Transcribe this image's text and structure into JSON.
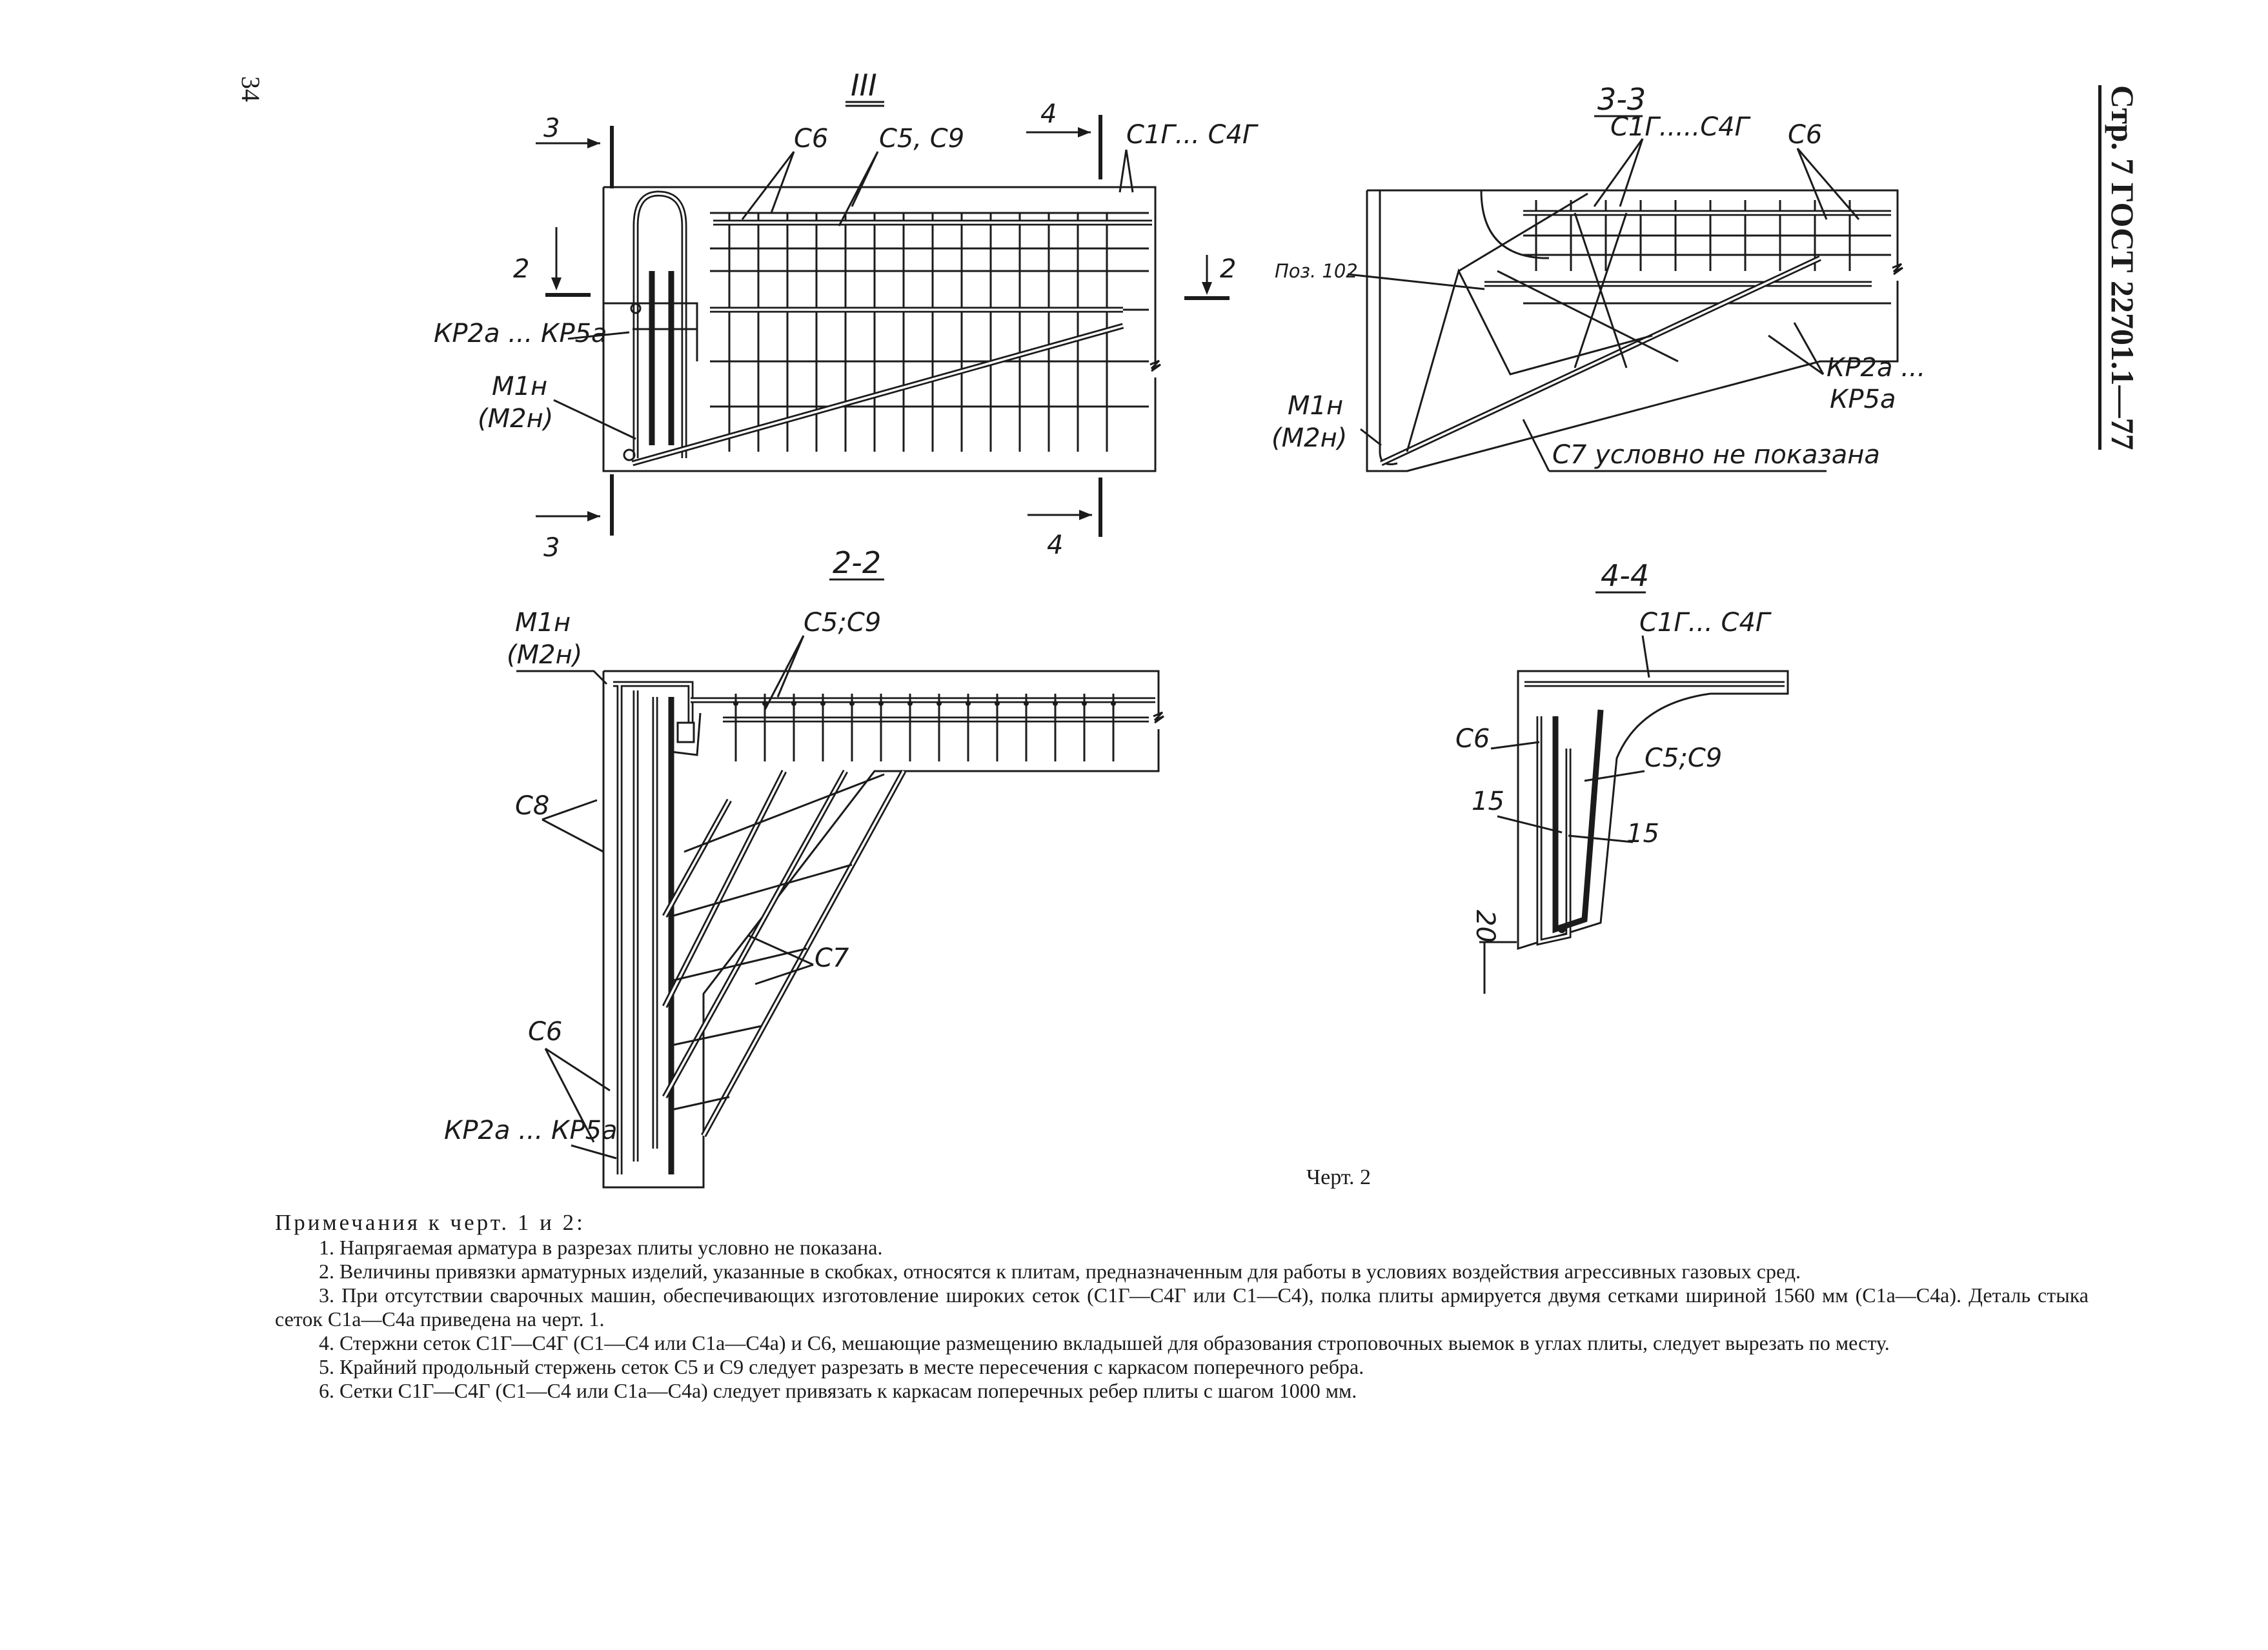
{
  "page": {
    "number": "34",
    "running_header": "Стр. 7 ГОСТ 22701.1—77"
  },
  "figure": {
    "caption": "Черт. 2",
    "views": {
      "III": {
        "title": "III",
        "labels": [
          "3",
          "3",
          "4",
          "4",
          "2",
          "2",
          "С6",
          "С5, С9",
          "С1Г... С4Г",
          "КР2а ... КР5а",
          "М1н",
          "(М2н)"
        ]
      },
      "s33": {
        "title": "3-3",
        "labels": [
          "С1Г.....С4Г",
          "С6",
          "Поз. 102",
          "КР2а ...",
          "КР5а",
          "М1н",
          "(М2н)",
          "С7 условно не показана"
        ]
      },
      "s22": {
        "title": "2-2",
        "labels": [
          "М1н",
          "(М2н)",
          "С5;С9",
          "С8",
          "С6",
          "С7",
          "КР2а ... КР5а"
        ]
      },
      "s44": {
        "title": "4-4",
        "labels": [
          "С1Г... С4Г",
          "С6",
          "С5;С9",
          "15",
          "15",
          "20"
        ]
      }
    }
  },
  "notes": {
    "heading": "Примечания к черт. 1 и 2:",
    "items": [
      "1. Напрягаемая арматура в разрезах плиты условно не показана.",
      "2. Величины привязки арматурных изделий, указанные в скобках, относятся к плитам, предназначенным для работы в условиях воздействия агрессивных газовых сред.",
      "3. При отсутствии сварочных машин, обеспечивающих изготовление широких сеток (С1Г—С4Г или С1—С4), полка плиты армируется двумя сетками шириной 1560 мм (С1а—С4а). Деталь стыка сеток С1а—С4а приведена на черт. 1.",
      "4. Стержни сеток С1Г—С4Г (С1—С4 или С1а—С4а) и С6, мешающие размещению вкладышей для образования строповочных выемок в углах плиты, следует вырезать по месту.",
      "5. Крайний продольный стержень сеток С5 и С9 следует разрезать в месте пересечения с каркасом поперечного ребра.",
      "6. Сетки С1Г—С4Г (С1—С4 или С1а—С4а) следует привязать к каркасам поперечных ребер плиты с шагом 1000 мм."
    ]
  }
}
